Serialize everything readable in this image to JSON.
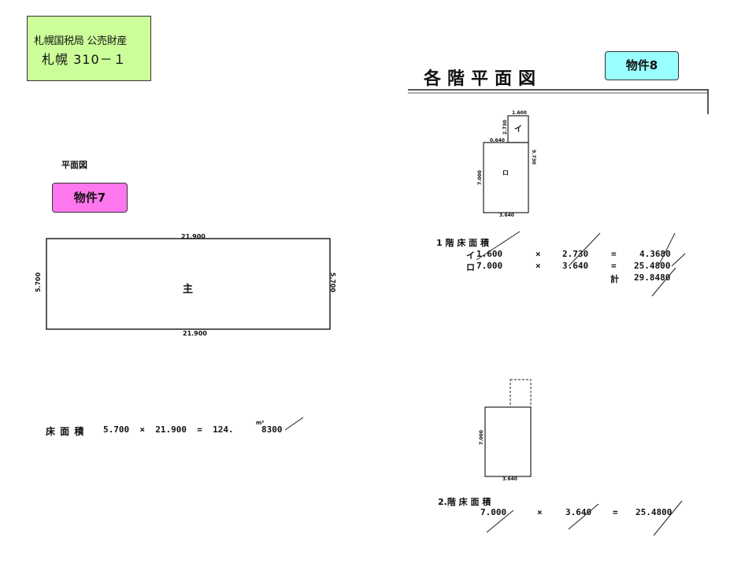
{
  "header": {
    "line1": "札幌国税局 公売財産",
    "line2": "札幌 310－１"
  },
  "property7": {
    "badge": "物件7",
    "plan_label": "平面図",
    "dim_top": "21.900",
    "dim_bottom": "21.900",
    "dim_left": "5.700",
    "dim_right": "5.700",
    "room_label": "主",
    "floor_area_label": "床 面 積",
    "floor_area_formula": "5.700  ×  21.900  =  124.",
    "floor_area_unit": "m²",
    "floor_area_decimal": "8300"
  },
  "property8": {
    "badge": "物件8",
    "title": "各階平面図",
    "floor1": {
      "dim_top_i": "1.600",
      "dim_i_side": "2.730",
      "dim_joint": "0.640",
      "dim_left": "7.000",
      "dim_right": "9.730",
      "dim_bottom": "3.640",
      "room_i": "イ",
      "room_ro": "ロ",
      "area_heading": "1 階 床 面 積",
      "rows": [
        {
          "label": "イ",
          "a": "1.600",
          "op": "×",
          "b": "2.730",
          "eq": "=",
          "result": "4.3680"
        },
        {
          "label": "ロ",
          "a": "7.000",
          "op": "×",
          "b": "3.640",
          "eq": "=",
          "result": "25.4800"
        }
      ],
      "total_label": "計",
      "total_value": "29.8480"
    },
    "floor2": {
      "dim_left": "7.000",
      "dim_bottom": "3.640",
      "area_heading": "2.階 床 面 積",
      "a": "7.000",
      "op": "×",
      "b": "3.640",
      "eq": "=",
      "result": "25.4800"
    }
  }
}
